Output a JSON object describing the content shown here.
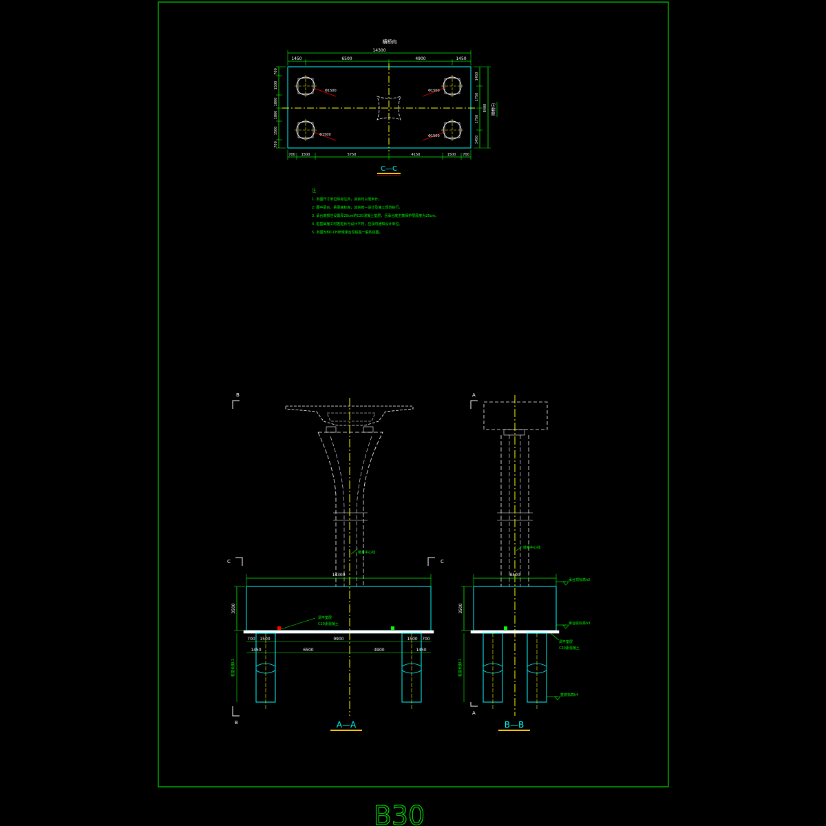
{
  "sheet": {
    "label": "B30"
  },
  "colors": {
    "frame": "#00ff00",
    "cyan": "#00ffff",
    "yellow": "#ffff00",
    "red": "#ff0000",
    "white": "#ffffff",
    "dim_green": "#00ff00",
    "title_underline": "#ffcc00"
  },
  "plan_c": {
    "top_label": "横桥向",
    "overall": "14300",
    "top_dims": [
      "1450",
      "6500",
      "4900",
      "1450"
    ],
    "bottom_dims": [
      "700",
      "1500",
      "5750",
      "4150",
      "1500",
      "700"
    ],
    "left_dims": [
      "700",
      "1500",
      "1800",
      "1800",
      "1500",
      "700"
    ],
    "right_dims": [
      "1450",
      "1750",
      "1750",
      "1450"
    ],
    "right_overall": "8400",
    "right_label": "顺桥向",
    "pile_labels": [
      "Φ1500",
      "Φ1500",
      "Φ1500",
      "Φ1500"
    ],
    "title": "C—C"
  },
  "notes": {
    "heading": "注",
    "items": [
      "1. 本图尺寸单位除标注外，其余均以毫米计。",
      "2. 图中承台、系梁底标高，其余按—设计及施工规范执行。",
      "3. 承台底部应设置厚20cm的C20混凝土垫层，且承台底主筋保护层厚度为25cm。",
      "4. 桩基础施工时若桩长与设计不符，应及时通知设计单位。",
      "5. 本图为BD-CH桥墩承台及桩基一般构造图。"
    ]
  },
  "section_a": {
    "title": "A—A",
    "cut_marks": [
      "B",
      "B",
      "C",
      "C"
    ],
    "overall": "14300",
    "height": "3500",
    "pile_dims_top": [
      "700",
      "1500",
      "9900",
      "1500",
      "700"
    ],
    "pile_dims_bottom": [
      "1450",
      "6500",
      "4900",
      "1450"
    ],
    "left_label": "桩基长度L1",
    "center_label": "墩身中心线",
    "cushion_label_1": "调平垫层",
    "cushion_label_2": "C20素混凝土"
  },
  "section_b": {
    "title": "B—B",
    "cut_marks": [
      "A",
      "A"
    ],
    "overall": "8400",
    "height": "3500",
    "left_label": "桩基长度L1",
    "center_label": "墩身中心线",
    "elev_top": "承台顶标高h2",
    "elev_bottom": "承台底标高h3",
    "cushion_label_1": "调平垫层",
    "cushion_label_2": "C20素混凝土",
    "pile_tip": "桩底标高h4"
  }
}
